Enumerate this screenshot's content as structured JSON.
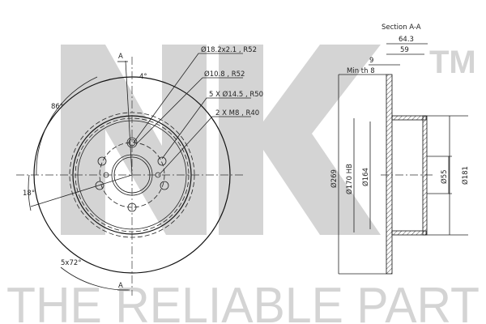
{
  "watermark": {
    "logo": "NK",
    "trademark": "TM",
    "tagline": "THE RELIABLE PART"
  },
  "front_view": {
    "callouts": [
      "Ø18.2x2.1 , R52",
      "Ø10.8 , R52",
      "5 X Ø14.5 , R50",
      "2 X M8 , R40"
    ],
    "angles": {
      "top_offset": "4°",
      "arc_86": "86°",
      "arc_18": "18°",
      "pitch": "5x72°"
    },
    "section_mark": "A"
  },
  "section_view": {
    "title": "Section A-A",
    "dims": {
      "overall_height": "64.3",
      "hat_height": "59",
      "thickness": "9",
      "min_thickness": "Min th 8",
      "outer_diameter": "Ø269",
      "hb": "Ø170 HB",
      "inner": "Ø164",
      "center_bore": "Ø55",
      "hat_diameter": "Ø181"
    }
  }
}
